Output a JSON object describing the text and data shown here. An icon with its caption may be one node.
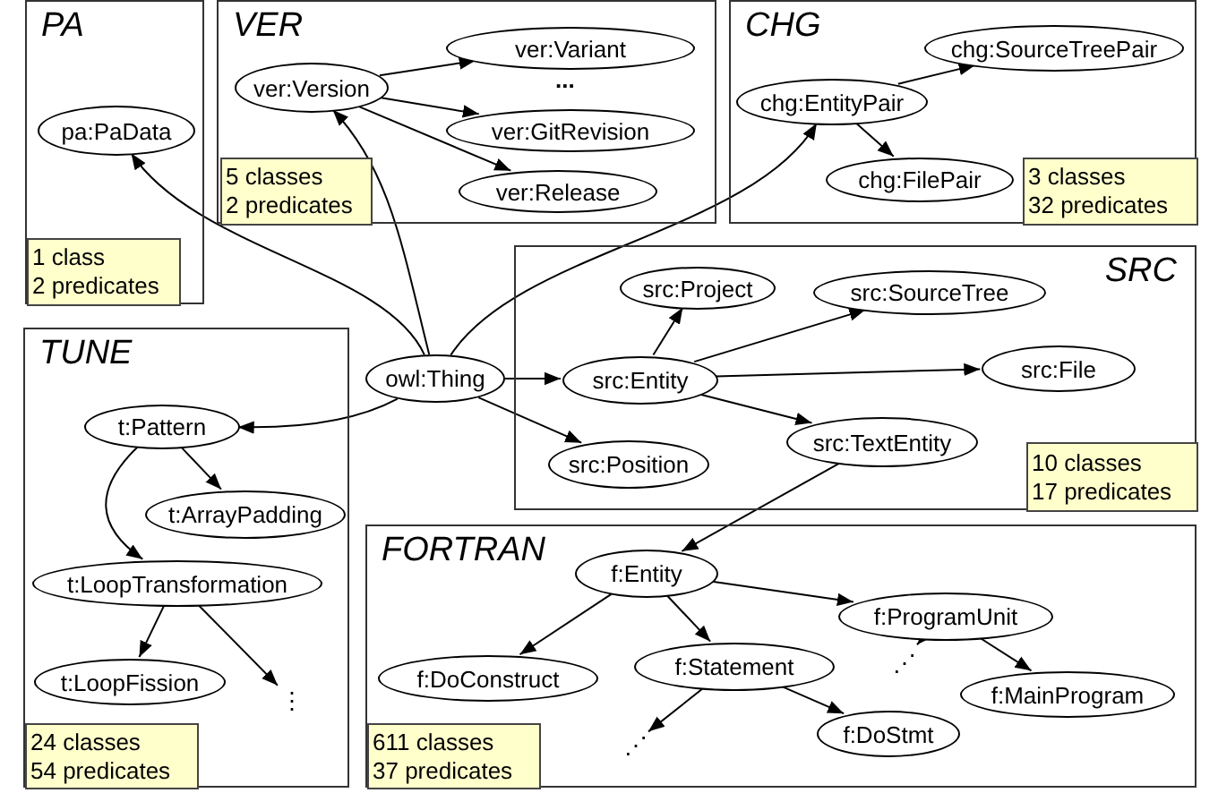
{
  "diagram": {
    "nodes": [
      {
        "text": [
          "PA"
        ]
      },
      {
        "text": [
          "pa:PaData"
        ],
        "in": 0
      },
      {
        "text": [
          "1 class",
          "2 predicates"
        ],
        "in": 0
      },
      {
        "text": [
          "VER"
        ]
      },
      {
        "text": [
          "ver:Version"
        ],
        "in": 3
      },
      {
        "text": [
          "ver:Variant"
        ],
        "in": 3
      },
      {
        "text": [
          "ver:GitRevision"
        ],
        "in": 3
      },
      {
        "text": [
          "ver:Release"
        ],
        "in": 3
      },
      {
        "text": [
          "5 classes",
          "2 predicates"
        ],
        "in": 3
      },
      {
        "text": [
          "CHG"
        ]
      },
      {
        "text": [
          "chg:EntityPair"
        ],
        "in": 9
      },
      {
        "text": [
          "chg:SourceTreePair"
        ],
        "in": 9
      },
      {
        "text": [
          "chg:FilePair"
        ],
        "in": 9
      },
      {
        "text": [
          "3 classes",
          "32 predicates"
        ],
        "in": 9
      },
      {
        "text": [
          "SRC"
        ]
      },
      {
        "text": [
          "src:Project"
        ],
        "in": 14
      },
      {
        "text": [
          "src:SourceTree"
        ],
        "in": 14
      },
      {
        "text": [
          "src:Entity"
        ],
        "in": 14
      },
      {
        "text": [
          "src:File"
        ],
        "in": 14
      },
      {
        "text": [
          "src:TextEntity"
        ],
        "in": 14
      },
      {
        "text": [
          "src:Position"
        ],
        "in": 14
      },
      {
        "text": [
          "10 classes",
          "17 predicates"
        ],
        "in": 14
      },
      {
        "text": [
          "owl:Thing"
        ]
      },
      {
        "text": [
          "TUNE"
        ]
      },
      {
        "text": [
          "t:Pattern"
        ],
        "in": 23
      },
      {
        "text": [
          "t:ArrayPadding"
        ],
        "in": 23
      },
      {
        "text": [
          "t:LoopTransformation"
        ],
        "in": 23
      },
      {
        "text": [
          "t:LoopFission"
        ],
        "in": 23
      },
      {
        "text": [
          "⋮"
        ],
        "in": 23
      },
      {
        "text": [
          "24 classes",
          "54 predicates"
        ],
        "in": 23
      },
      {
        "text": [
          "FORTRAN"
        ]
      },
      {
        "text": [
          "f:Entity"
        ],
        "in": 30
      },
      {
        "text": [
          "f:ProgramUnit"
        ],
        "in": 30
      },
      {
        "text": [
          "f:DoConstruct"
        ],
        "in": 30
      },
      {
        "text": [
          "f:Statement"
        ],
        "in": 30
      },
      {
        "text": [
          "⋰"
        ],
        "in": 30
      },
      {
        "text": [
          "f:MainProgram"
        ],
        "in": 30
      },
      {
        "text": [
          "⋰"
        ],
        "in": 30
      },
      {
        "text": [
          "f:DoStmt"
        ],
        "in": 30
      },
      {
        "text": [
          "611 classes",
          "37 predicates"
        ],
        "in": 30
      }
    ],
    "edges": [
      {
        "from": 22,
        "to": 1,
        "arrow": "to"
      },
      {
        "from": 22,
        "to": 4,
        "arrow": "to"
      },
      {
        "from": 22,
        "to": 10,
        "arrow": "to"
      },
      {
        "from": 22,
        "to": 17,
        "arrow": "to"
      },
      {
        "from": 22,
        "to": 20,
        "arrow": "to"
      },
      {
        "from": 22,
        "to": 24,
        "arrow": "to"
      },
      {
        "from": 4,
        "to": 5,
        "arrow": "to"
      },
      {
        "from": 4,
        "to": 6,
        "arrow": "to"
      },
      {
        "from": 4,
        "to": 7,
        "arrow": "to"
      },
      {
        "from": 10,
        "to": 11,
        "arrow": "to"
      },
      {
        "from": 10,
        "to": 12,
        "arrow": "to"
      },
      {
        "from": 17,
        "to": 15,
        "arrow": "to"
      },
      {
        "from": 17,
        "to": 16,
        "arrow": "to"
      },
      {
        "from": 17,
        "to": 18,
        "arrow": "to"
      },
      {
        "from": 17,
        "to": 19,
        "arrow": "to"
      },
      {
        "from": 19,
        "to": 31,
        "arrow": "to"
      },
      {
        "from": 24,
        "to": 25,
        "arrow": "to"
      },
      {
        "from": 24,
        "to": 26,
        "arrow": "to"
      },
      {
        "from": 26,
        "to": 27,
        "arrow": "to"
      },
      {
        "from": 26,
        "to": 28,
        "arrow": "to"
      },
      {
        "from": 31,
        "to": 33,
        "arrow": "to"
      },
      {
        "from": 31,
        "to": 34,
        "arrow": "to"
      },
      {
        "from": 31,
        "to": 32,
        "arrow": "to"
      },
      {
        "from": 34,
        "to": 37,
        "arrow": "to"
      },
      {
        "from": 34,
        "to": 38,
        "arrow": "to"
      },
      {
        "from": 32,
        "to": 35,
        "arrow": "to"
      },
      {
        "from": 32,
        "to": 36,
        "arrow": "to"
      }
    ],
    "labels": [
      "..."
    ]
  }
}
